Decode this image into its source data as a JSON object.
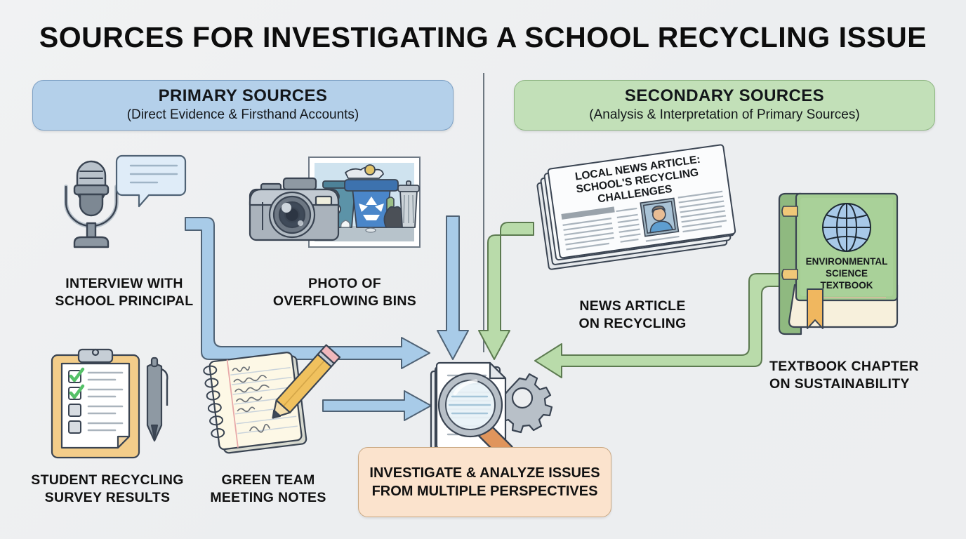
{
  "page": {
    "title": "SOURCES FOR INVESTIGATING A SCHOOL RECYCLING ISSUE",
    "background_color": "#eff0f2"
  },
  "banners": {
    "primary": {
      "heading": "PRIMARY SOURCES",
      "subheading": "(Direct Evidence & Firsthand Accounts)",
      "fill": "#b4d0ea",
      "border": "#7da0c4"
    },
    "secondary": {
      "heading": "SECONDARY SOURCES",
      "subheading": "(Analysis & Interpretation of Primary Sources)",
      "fill": "#c2e0b8",
      "border": "#8fb684"
    }
  },
  "primary_sources": [
    {
      "icon": "microphone-speech-bubble-icon",
      "label_line1": "INTERVIEW WITH",
      "label_line2": "SCHOOL PRINCIPAL"
    },
    {
      "icon": "camera-photo-bins-icon",
      "label_line1": "PHOTO OF",
      "label_line2": "OVERFLOWING BINS"
    },
    {
      "icon": "clipboard-checklist-pen-icon",
      "label_line1": "STUDENT RECYCLING",
      "label_line2": "SURVEY RESULTS"
    },
    {
      "icon": "notepad-pencil-icon",
      "label_line1": "GREEN TEAM",
      "label_line2": "MEETING NOTES"
    }
  ],
  "secondary_sources": [
    {
      "icon": "newspaper-icon",
      "headline_line1": "LOCAL NEWS ARTICLE:",
      "headline_line2": "SCHOOL'S RECYCLING",
      "headline_line3": "CHALLENGES",
      "label_line1": "NEWS ARTICLE",
      "label_line2": "ON RECYCLING"
    },
    {
      "icon": "textbook-globe-icon",
      "cover_line1": "ENVIRONMENTAL",
      "cover_line2": "SCIENCE",
      "cover_line3": "TEXTBOOK",
      "label_line1": "TEXTBOOK CHAPTER",
      "label_line2": "ON SUSTAINABILITY"
    }
  ],
  "hub": {
    "icon": "documents-magnifier-gear-icon",
    "caption_line1": "INVESTIGATE & ANALYZE ISSUES",
    "caption_line2": "FROM MULTIPLE PERSPECTIVES",
    "fill": "#fbe3cd",
    "border": "#c9a781"
  },
  "arrows": {
    "primary_color": "#a8cbe8",
    "primary_stroke": "#4f6275",
    "secondary_color": "#b9dbaa",
    "secondary_stroke": "#5c7a50",
    "items": [
      {
        "name": "arrow-interview-to-hub",
        "type": "primary",
        "shape": "elbow-down-right"
      },
      {
        "name": "arrow-photo-to-hub",
        "type": "primary",
        "shape": "down"
      },
      {
        "name": "arrow-notes-to-hub",
        "type": "primary",
        "shape": "right"
      },
      {
        "name": "arrow-news-to-hub",
        "type": "secondary",
        "shape": "elbow-down"
      },
      {
        "name": "arrow-textbook-to-hub",
        "type": "secondary",
        "shape": "elbow-down-left"
      }
    ]
  }
}
